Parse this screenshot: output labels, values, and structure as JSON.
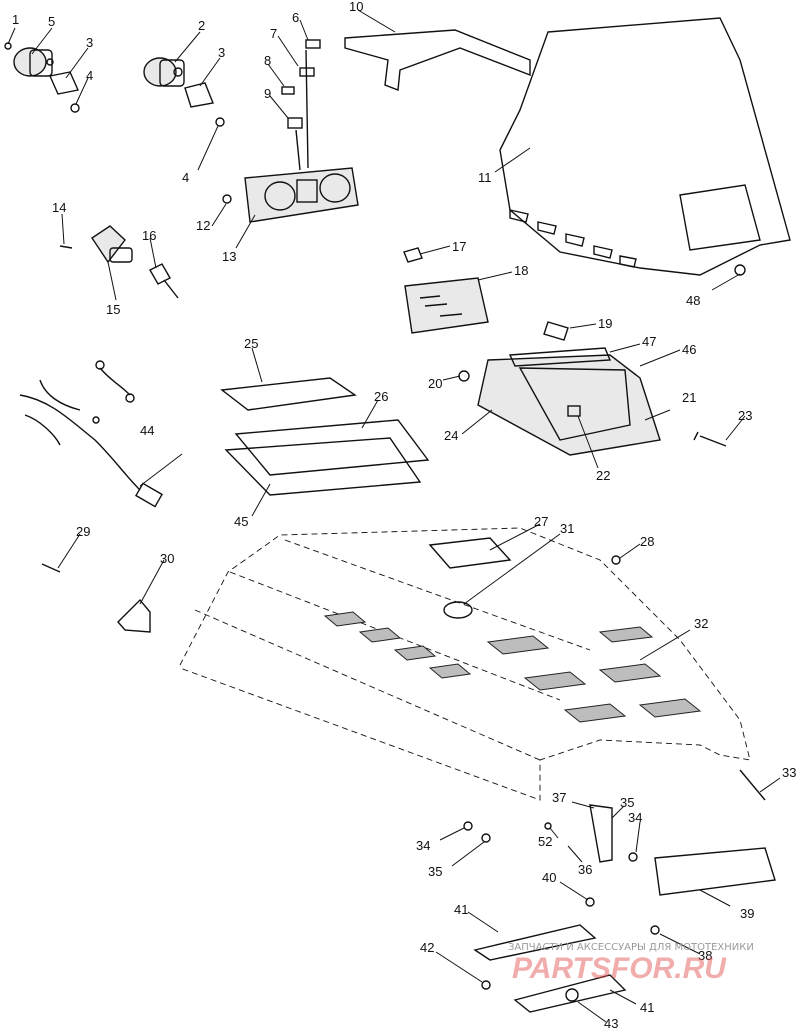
{
  "diagram": {
    "callouts": [
      "1",
      "2",
      "3",
      "3",
      "4",
      "4",
      "5",
      "6",
      "7",
      "8",
      "9",
      "10",
      "11",
      "12",
      "13",
      "14",
      "15",
      "16",
      "17",
      "18",
      "19",
      "20",
      "21",
      "22",
      "23",
      "24",
      "25",
      "26",
      "27",
      "28",
      "29",
      "30",
      "31",
      "32",
      "33",
      "34",
      "34",
      "35",
      "35",
      "36",
      "37",
      "38",
      "39",
      "40",
      "41",
      "41",
      "42",
      "43",
      "44",
      "45",
      "46",
      "47",
      "48",
      "52"
    ]
  },
  "watermark": {
    "caption": "ЗАПЧАСТИ И АКСЕССУАРЫ ДЛЯ МОТОТЕХНИКИ",
    "brand": "PARTSFOR.RU"
  },
  "colors": {
    "ink": "#111111",
    "watermark_red": "#e24a4a"
  }
}
